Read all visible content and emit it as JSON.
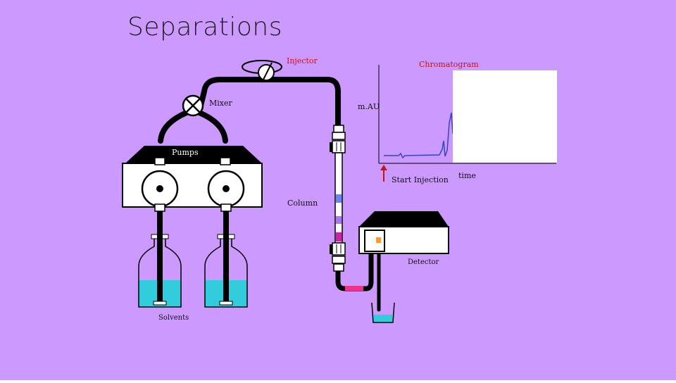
{
  "slide": {
    "title": "Separations",
    "background": "#cc99ff"
  },
  "labels": {
    "injector": "Injector",
    "mixer": "Mixer",
    "pumps": "Pumps",
    "column": "Column",
    "detector": "Detector",
    "solvents": "Solvents",
    "chromatogram": "Chromatogram",
    "mau": "m.AU",
    "start_injection": "Start Injection",
    "time": "time"
  },
  "colors": {
    "solvent": "#33ccdd",
    "column_band_blue": "#6688ee",
    "column_band_purple": "#aa77ee",
    "column_band_magenta": "#cc22aa",
    "tube_pink": "#ee3388",
    "trace": "#3344cc",
    "arrow": "#cc1111"
  }
}
